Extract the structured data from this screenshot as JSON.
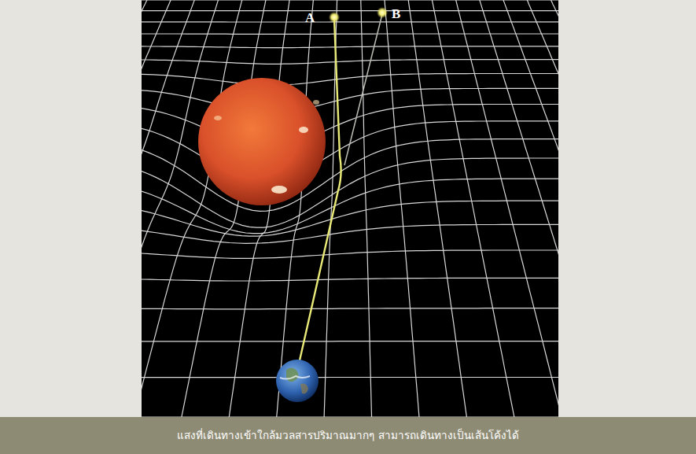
{
  "diagram": {
    "caption": "แสงที่เดินทางเข้าใกล้มวลสารปริมาณมากๆ สามารถเดินทางเป็นเส้นโค้งได้",
    "labels": [
      "A",
      "B"
    ]
  }
}
